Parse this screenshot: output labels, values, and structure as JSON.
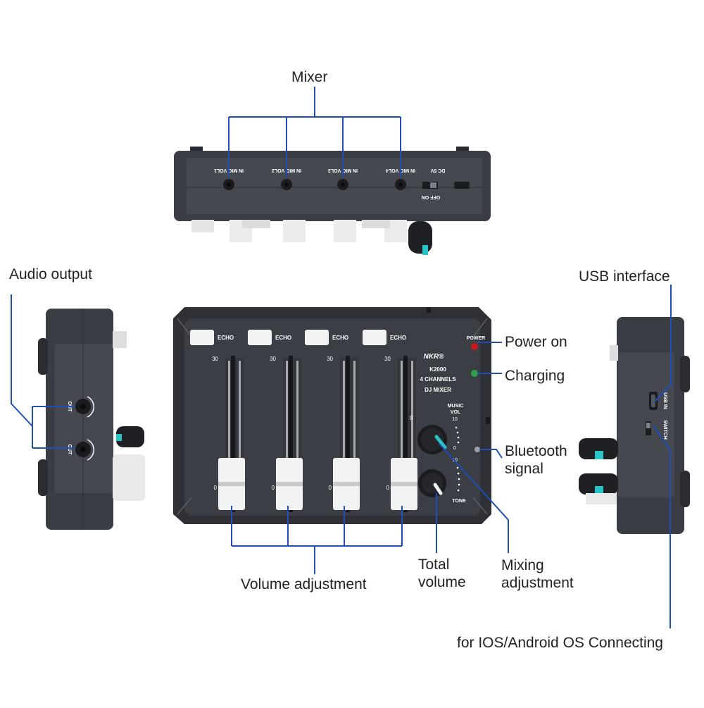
{
  "callouts": {
    "mixer": "Mixer",
    "audio_output": "Audio output",
    "usb_interface": "USB interface",
    "power_on": "Power on",
    "charging": "Charging",
    "bluetooth_signal_line1": "Bluetooth",
    "bluetooth_signal_line2": "signal",
    "volume_adjustment": "Volume adjustment",
    "total_volume_line1": "Total",
    "total_volume_line2": "volume",
    "mixing_adjustment_line1": "Mixing",
    "mixing_adjustment_line2": "adjustment",
    "os_connecting": "for IOS/Android OS Connecting"
  },
  "panel": {
    "brand": "NKR®",
    "model": "K2000",
    "channels": "4 CHANNELS",
    "product": "DJ MIXER",
    "echo_labels": [
      "ECHO",
      "ECHO",
      "ECHO",
      "ECHO"
    ],
    "power_label": "POWER",
    "fader_top_mark": "30",
    "fader_bottom_mark": "0",
    "music_vol_line1": "MUSIC",
    "music_vol_line2": "VOL",
    "knob_mark_10a": "10",
    "knob_mark_0": "0",
    "knob_mark_10b": "10",
    "tone_label": "TONE"
  },
  "back_panel": {
    "inputs": [
      "IN MIC VOL1",
      "IN MIC VOL2",
      "IN MIC VOL3",
      "IN MIC VOL4"
    ],
    "dc_label": "DC 5V",
    "off_on_label": "OFF ON"
  },
  "left_side": {
    "out_labels": [
      "OUT",
      "OUT"
    ]
  },
  "right_side": {
    "usb_in_label": "USB IN",
    "switch_label": "SWITCH"
  },
  "colors": {
    "callout_line": "#1f4fb5",
    "device_body": "#3a3d44",
    "device_dark": "#2a2c31",
    "power_led": "#cc1a1a",
    "charging_led": "#2fa14a",
    "knob_accent": "#28c4c8",
    "fader_cap": "#f2f2f2"
  }
}
